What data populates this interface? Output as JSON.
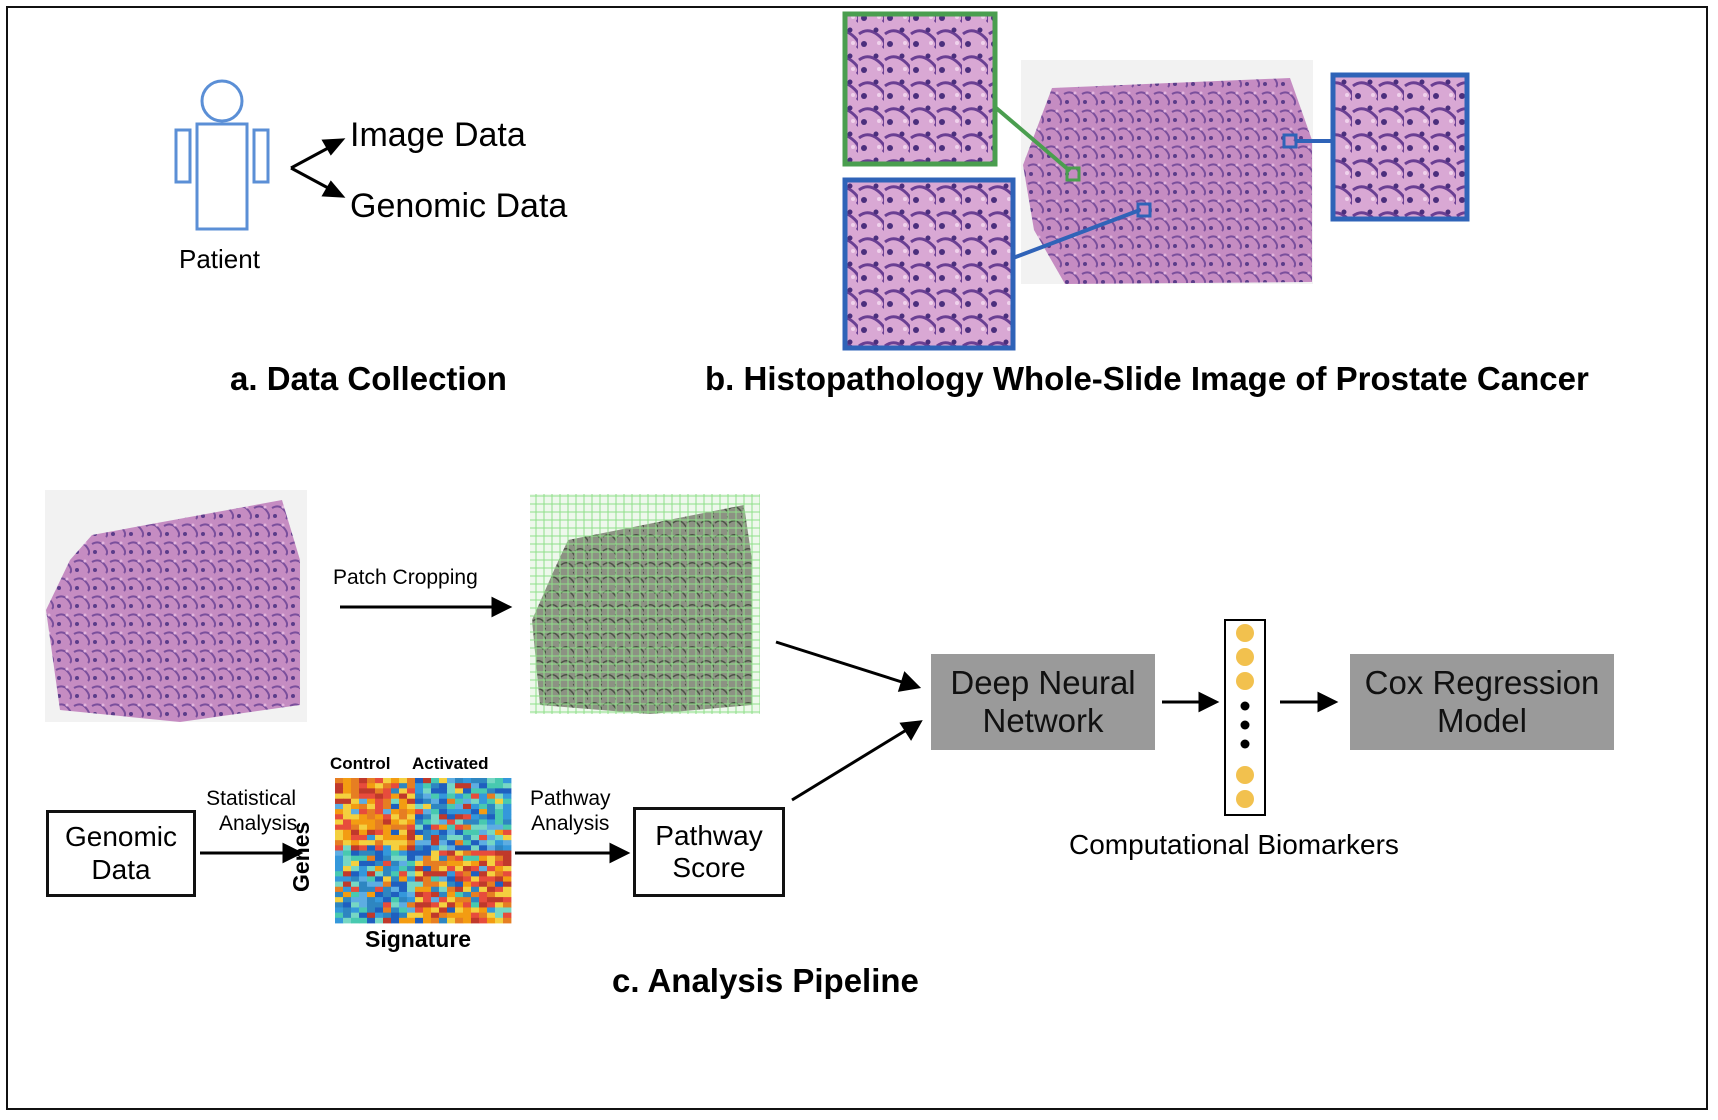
{
  "panel_a": {
    "title": "a. Data Collection",
    "patient_label": "Patient",
    "outputs": [
      "Image Data",
      "Genomic Data"
    ]
  },
  "panel_b": {
    "title": "b. Histopathology Whole-Slide Image of Prostate Cancer",
    "colors": {
      "green_inset": "#4a9e4f",
      "blue_inset": "#2f63b8",
      "tissue": "#c98fc4"
    }
  },
  "panel_c": {
    "title": "c. Analysis Pipeline",
    "patch_cropping": "Patch Cropping",
    "genomic_box": [
      "Genomic",
      "Data"
    ],
    "statistical_analysis": [
      "Statistical",
      "Analysis"
    ],
    "heatmap": {
      "top_labels": [
        "Control",
        "Activated"
      ],
      "y_label": "Genes",
      "x_label": "Signature"
    },
    "pathway_analysis": [
      "Pathway",
      "Analysis"
    ],
    "pathway_box": [
      "Pathway",
      "Score"
    ],
    "dnn_box": [
      "Deep Neural",
      "Network"
    ],
    "cox_box": [
      "Cox Regression",
      "Model"
    ],
    "biomarkers_label": "Computational Biomarkers",
    "colors": {
      "box_gray": "#9a9a9a",
      "biomarker_dot": "#f2c14e"
    }
  }
}
